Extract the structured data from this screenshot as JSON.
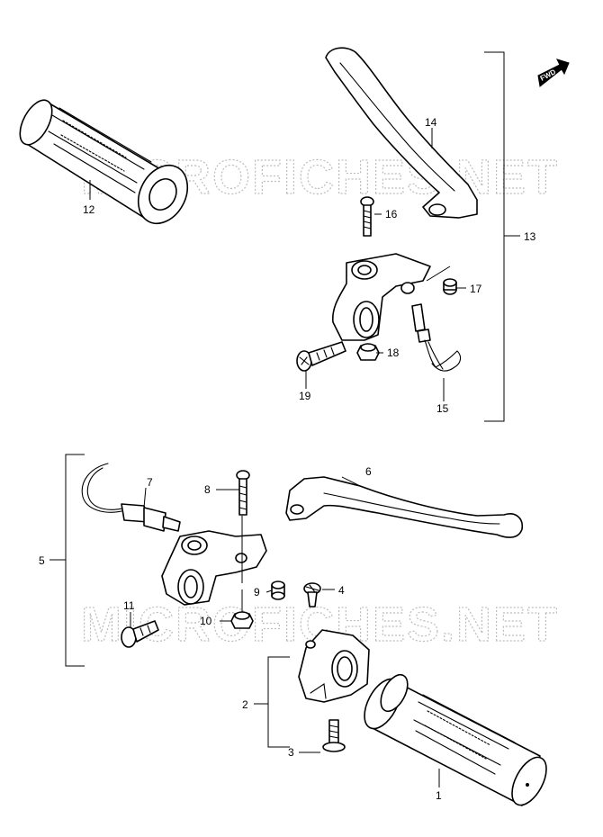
{
  "watermark": "MICROFICHES.NET",
  "direction_badge": "FWD",
  "callouts": [
    {
      "id": "1",
      "label": "1"
    },
    {
      "id": "2",
      "label": "2"
    },
    {
      "id": "3",
      "label": "3"
    },
    {
      "id": "4",
      "label": "4"
    },
    {
      "id": "5",
      "label": "5"
    },
    {
      "id": "6",
      "label": "6"
    },
    {
      "id": "7",
      "label": "7"
    },
    {
      "id": "8",
      "label": "8"
    },
    {
      "id": "9",
      "label": "9"
    },
    {
      "id": "10",
      "label": "10"
    },
    {
      "id": "11",
      "label": "11"
    },
    {
      "id": "12",
      "label": "12"
    },
    {
      "id": "13",
      "label": "13"
    },
    {
      "id": "14",
      "label": "14"
    },
    {
      "id": "15",
      "label": "15"
    },
    {
      "id": "16",
      "label": "16"
    },
    {
      "id": "17",
      "label": "17"
    },
    {
      "id": "18",
      "label": "18"
    },
    {
      "id": "19",
      "label": "19"
    }
  ]
}
